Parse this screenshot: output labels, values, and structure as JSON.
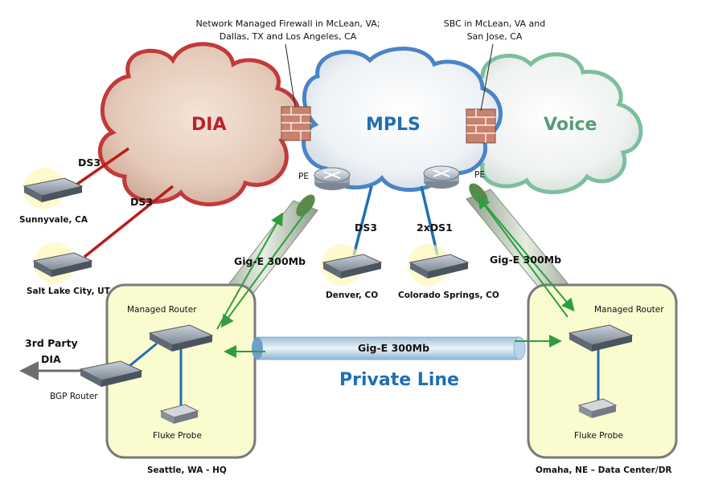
{
  "clouds": {
    "dia": {
      "label": "DIA",
      "color": "#c0202a"
    },
    "mpls": {
      "label": "MPLS",
      "color": "#1f6fb5"
    },
    "voice": {
      "label": "Voice",
      "color": "#5a9a7a"
    }
  },
  "callouts": {
    "firewall": "Network Managed Firewall in McLean, VA; Dallas, TX and Los Angeles, CA",
    "sbc": "SBC in McLean, VA and San Jose, CA"
  },
  "pe_labels": {
    "left": "PE",
    "right": "PE"
  },
  "links": {
    "ds3_sunnyvale": "DS3",
    "ds3_salt_lake": "DS3",
    "ds3_denver": "DS3",
    "dual_ds1_colorado": "2xDS1",
    "gig_e_left": "Gig-E 300Mb",
    "gig_e_right": "Gig-E 300Mb",
    "gig_e_private": "Gig-E 300Mb"
  },
  "sites": {
    "sunnyvale": "Sunnyvale, CA",
    "salt_lake": "Salt Lake City, UT",
    "denver": "Denver, CO",
    "colorado_springs": "Colorado Springs, CO",
    "seattle": {
      "title": "Seattle, WA - HQ",
      "managed_router": "Managed Router",
      "bgp_router": "BGP Router",
      "fluke_probe": "Fluke Probe",
      "third_party_line1": "3rd Party",
      "third_party_line2": "DIA"
    },
    "omaha": {
      "title": "Omaha, NE – Data Center/DR",
      "managed_router": "Managed Router",
      "fluke_probe": "Fluke Probe"
    }
  },
  "private_line": "Private Line",
  "colors": {
    "dia_link": "#b81c1c",
    "mpls_link": "#1f6fb5",
    "site_fill": "#fbfbd0",
    "arrow_green": "#2e9e3e"
  }
}
